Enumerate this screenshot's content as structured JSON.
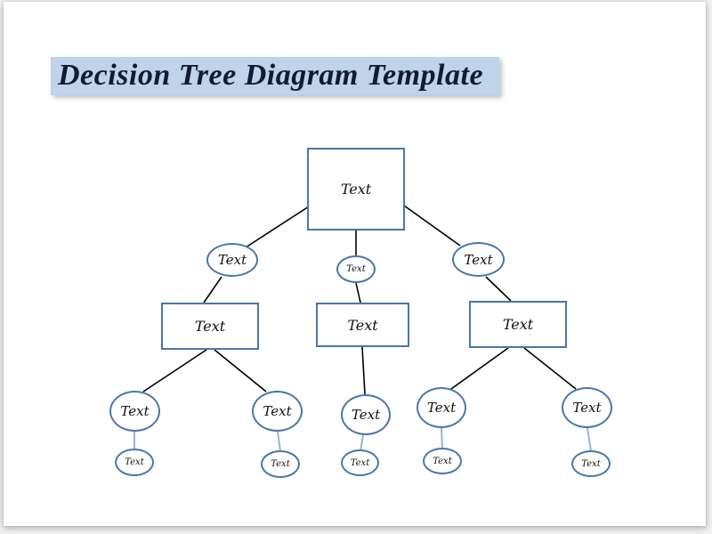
{
  "page": {
    "title": "Decision Tree Diagram Template"
  },
  "colors": {
    "shape-stroke": "#4a76a8",
    "connector-black": "#000000",
    "connector-blue": "#95b3d7",
    "title-highlight": "#bfd3ea",
    "title-color": "#101c30",
    "page-bg": "#ffffff"
  },
  "diagram": {
    "type": "decision-tree",
    "nodes": [
      {
        "id": "root",
        "shape": "rectangle",
        "level": 1,
        "label": "Text"
      },
      {
        "id": "branch-left",
        "shape": "ellipse",
        "level": 2,
        "label": "Text"
      },
      {
        "id": "branch-mid",
        "shape": "ellipse",
        "level": 2,
        "label": "Text"
      },
      {
        "id": "branch-right",
        "shape": "ellipse",
        "level": 2,
        "label": "Text"
      },
      {
        "id": "box-left",
        "shape": "rectangle",
        "level": 3,
        "label": "Text"
      },
      {
        "id": "box-mid",
        "shape": "rectangle",
        "level": 3,
        "label": "Text"
      },
      {
        "id": "box-right",
        "shape": "rectangle",
        "level": 3,
        "label": "Text"
      },
      {
        "id": "leaf-1",
        "shape": "ellipse",
        "level": 4,
        "label": "Text"
      },
      {
        "id": "leaf-2",
        "shape": "ellipse",
        "level": 4,
        "label": "Text"
      },
      {
        "id": "leaf-3",
        "shape": "ellipse",
        "level": 4,
        "label": "Text"
      },
      {
        "id": "leaf-4",
        "shape": "ellipse",
        "level": 4,
        "label": "Text"
      },
      {
        "id": "leaf-5",
        "shape": "ellipse",
        "level": 4,
        "label": "Text"
      },
      {
        "id": "subleaf-1",
        "shape": "ellipse",
        "level": 5,
        "label": "Text"
      },
      {
        "id": "subleaf-2",
        "shape": "ellipse",
        "level": 5,
        "label": "Text"
      },
      {
        "id": "subleaf-3",
        "shape": "ellipse",
        "level": 5,
        "label": "Text"
      },
      {
        "id": "subleaf-4",
        "shape": "ellipse",
        "level": 5,
        "label": "Text"
      },
      {
        "id": "subleaf-5",
        "shape": "ellipse",
        "level": 5,
        "label": "Text"
      }
    ]
  }
}
